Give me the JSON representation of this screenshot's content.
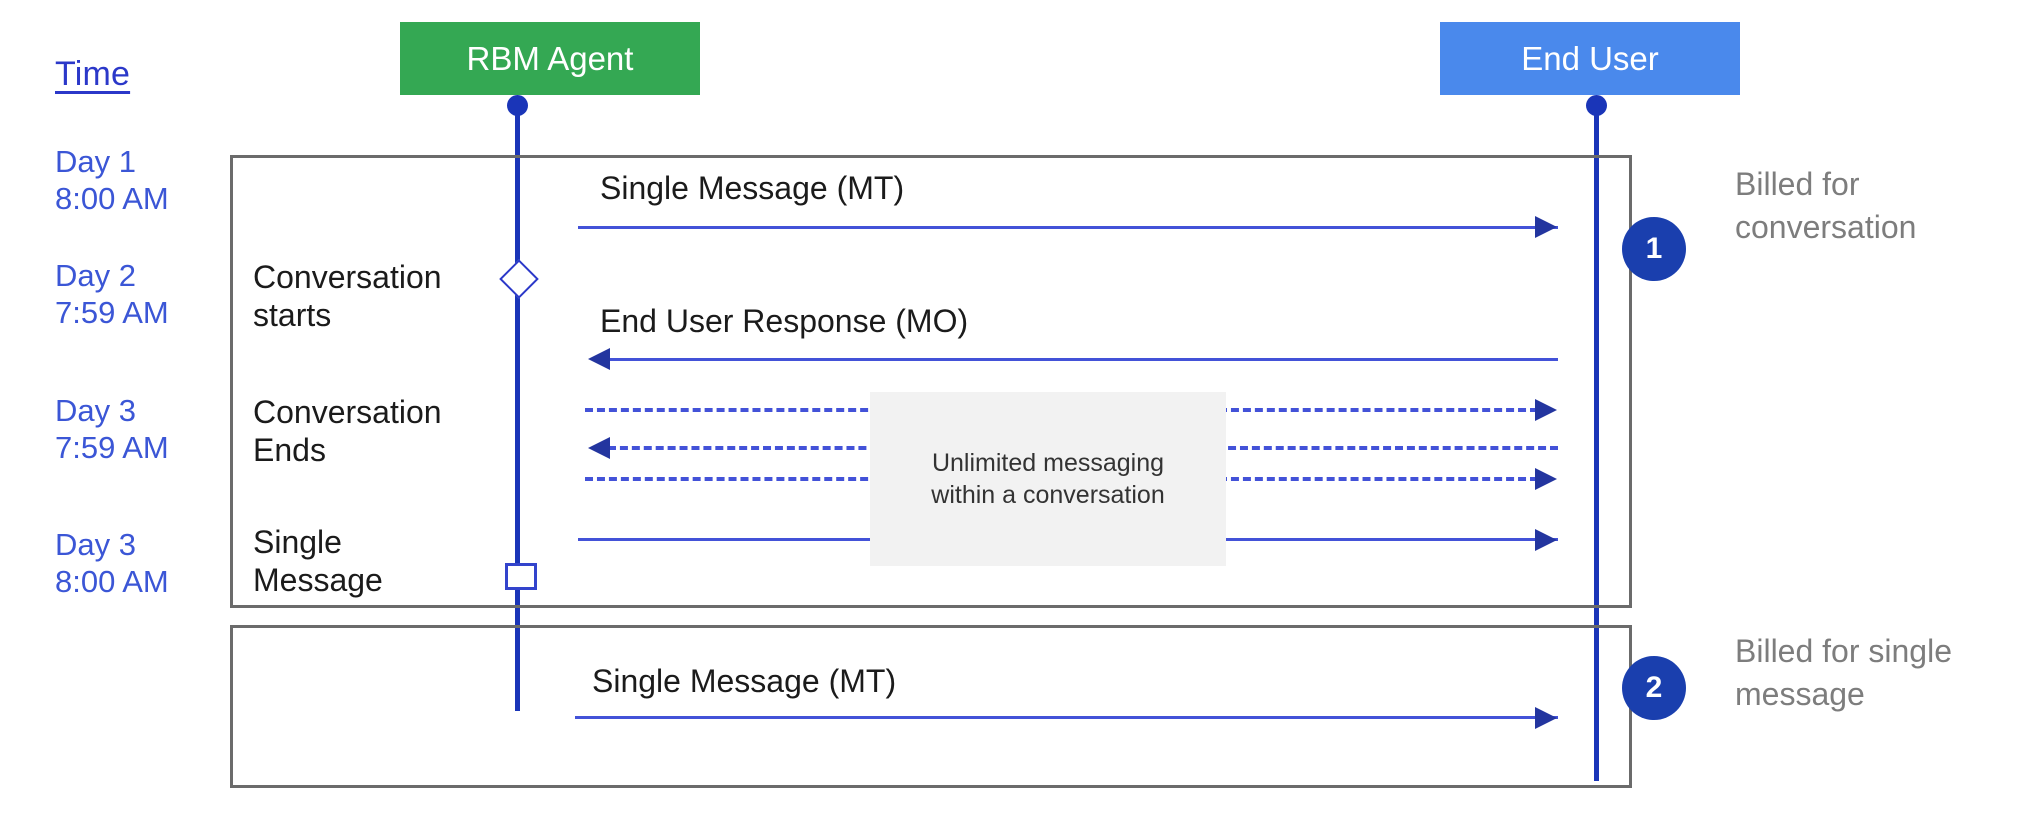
{
  "diagram": {
    "time_column": {
      "header": "Time",
      "stamps": [
        {
          "id": "day1",
          "text": "Day 1\n8:00 AM"
        },
        {
          "id": "day2",
          "text": "Day 2\n7:59 AM"
        },
        {
          "id": "day3a",
          "text": "Day 3\n7:59 AM"
        },
        {
          "id": "day3b",
          "text": "Day 3\n8:00 AM"
        }
      ]
    },
    "actors": [
      {
        "id": "rbm-agent",
        "label": "RBM Agent",
        "color": "#34a853"
      },
      {
        "id": "end-user",
        "label": "End User",
        "color": "#4a89ec"
      }
    ],
    "frames": [
      {
        "id": "conversation",
        "labels": [
          "Conversation\nstarts",
          "Conversation\nEnds"
        ]
      },
      {
        "id": "single",
        "labels": [
          "Single\nMessage"
        ]
      }
    ],
    "frame_labels": {
      "conversation_starts": "Conversation\nstarts",
      "conversation_ends": "Conversation\nEnds",
      "single_message": "Single\nMessage"
    },
    "messages": [
      {
        "id": "msg1",
        "label": "Single Message (MT)",
        "direction": "right",
        "style": "solid"
      },
      {
        "id": "msg2",
        "label": "End User Response (MO)",
        "direction": "left",
        "style": "solid"
      },
      {
        "id": "msg3",
        "label": "",
        "direction": "right",
        "style": "dashed"
      },
      {
        "id": "msg4",
        "label": "",
        "direction": "left",
        "style": "dashed"
      },
      {
        "id": "msg5",
        "label": "",
        "direction": "right",
        "style": "dashed"
      },
      {
        "id": "msg6",
        "label": "",
        "direction": "right",
        "style": "solid"
      },
      {
        "id": "msg7",
        "label": "Single Message (MT)",
        "direction": "right",
        "style": "solid"
      }
    ],
    "note": {
      "text": "Unlimited messaging\nwithin a conversation"
    },
    "callouts": [
      {
        "id": "callout-1",
        "badge": "1",
        "text": "Billed for\nconversation"
      },
      {
        "id": "callout-2",
        "badge": "2",
        "text": "Billed for single\nmessage"
      }
    ],
    "colors": {
      "agent_green": "#34a853",
      "user_blue": "#4a89ec",
      "lifeline_blue": "#1a35b8",
      "arrow_blue": "#4352d8",
      "badge_blue": "#1a3fae",
      "time_text": "#3b56d6",
      "frame_border": "#6b6b6b",
      "note_bg": "#f2f2f2",
      "callout_text": "#7d7d7d"
    }
  }
}
